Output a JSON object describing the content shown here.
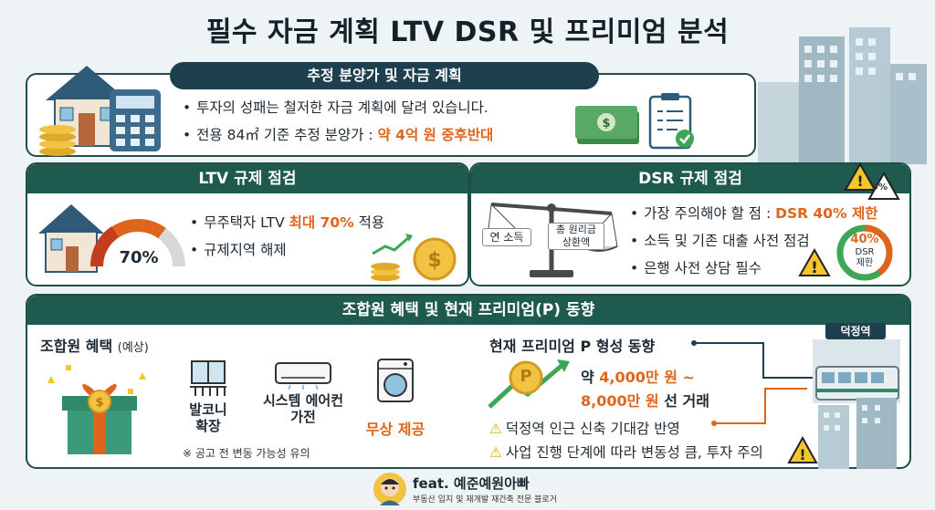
{
  "title": "필수 자금 계획 LTV DSR 및 프리미엄 분석",
  "section1": {
    "header": "추정 분양가 및 자금 계획",
    "bullet1": "투자의 성패는 철저한 자금 계획에 달려 있습니다.",
    "bullet2_prefix": "전용 84㎡ 기준 추정 분양가 : ",
    "bullet2_highlight": "약 4억 원 중후반대"
  },
  "ltv": {
    "header": "LTV 규제 점검",
    "gauge_label": "70%",
    "gauge_fraction": 0.7,
    "bullet1_prefix": "무주택자 LTV ",
    "bullet1_highlight": "최대 70%",
    "bullet1_suffix": " 적용",
    "bullet2": "규제지역 해제"
  },
  "dsr": {
    "header": "DSR 규제 점검",
    "warning_badge": "9%",
    "scale_left": "연 소득",
    "scale_right_line1": "총 원리금",
    "scale_right_line2": "상환액",
    "bullet1_prefix": "가장 주의해야 할 점 : ",
    "bullet1_highlight": "DSR 40% 제한",
    "bullet2": "소득 및 기존 대출 사전 점검",
    "bullet3": "은행 사전 상담 필수",
    "ring_value": "40%",
    "ring_line1": "DSR",
    "ring_line2": "제한",
    "ring_fraction": 0.4
  },
  "section3": {
    "header": "조합원 혜택 및 현재 프리미엄(P) 동향",
    "benefit_title": "조합원 혜택",
    "benefit_sub": "(예상)",
    "item1_line1": "발코니",
    "item1_line2": "확장",
    "item2_line1": "시스템 에어컨",
    "item2_line2": "가전",
    "free": "무상 제공",
    "note": "※ 공고 전 변동 가능성 유의",
    "premium_title": "현재 프리미엄 P 형성 동향",
    "coin_letter": "P",
    "price_prefix": "약 ",
    "price_highlight1": "4,000만 원 ~",
    "price_highlight2": "8,000만 원",
    "price_suffix": " 선 거래",
    "station": "덕정역",
    "warn1": "덕정역 인근 신축 기대감 반영",
    "warn2": "사업 진행 단계에 따라 변동성 큼, 투자 주의"
  },
  "footer": {
    "name": "feat. 예준예원아빠",
    "desc": "부동산 입지 및 재개발 재건축 전문 블로거"
  },
  "colors": {
    "accent": "#e0651c",
    "header_dark": "#1e3f4e",
    "panel_green": "#1e5a4e"
  }
}
